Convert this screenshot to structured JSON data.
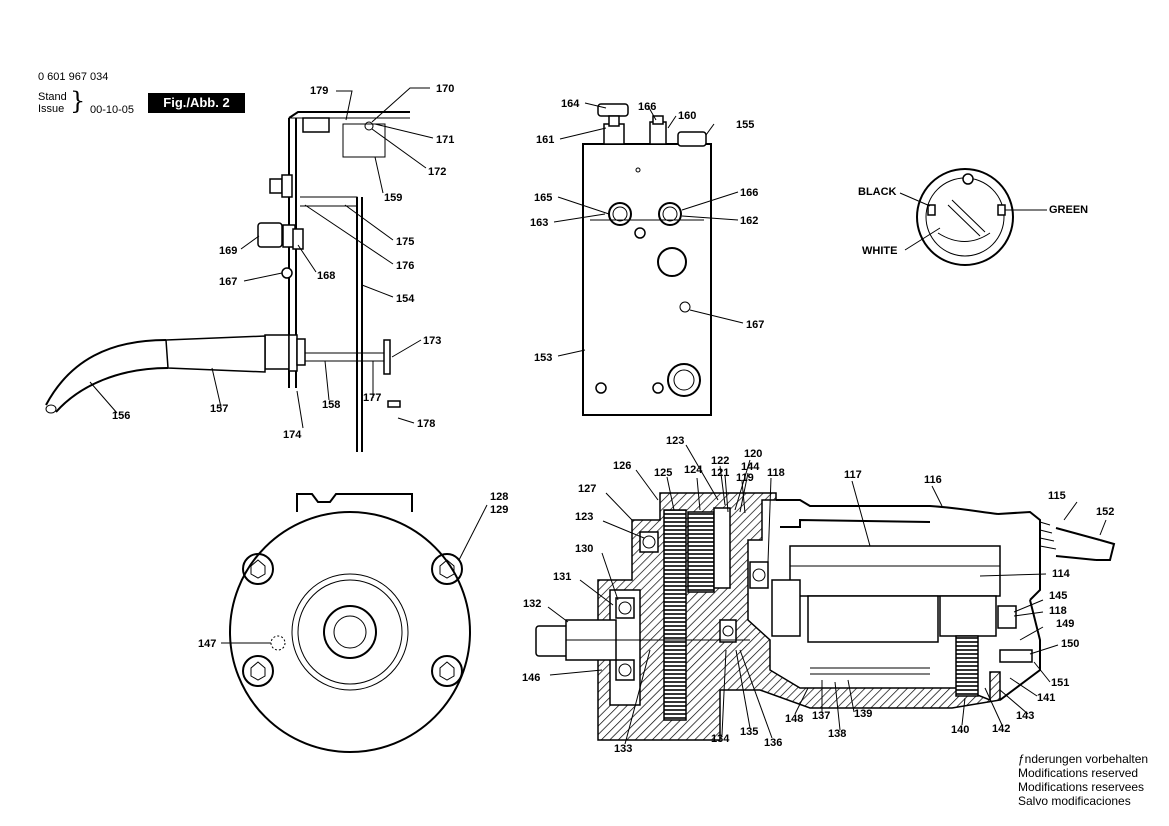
{
  "header": {
    "doc_number": "0 601 967 034",
    "stand": "Stand",
    "issue": "Issue",
    "brace": "}",
    "date": "00-10-05",
    "figure": "Fig./Abb. 2"
  },
  "notes": [
    "ƒnderungen vorbehalten",
    "Modifications reserved",
    "Modifications reservees",
    "Salvo modificaciones"
  ],
  "callouts": {
    "c179": "179",
    "c170": "170",
    "c171": "171",
    "c172": "172",
    "c159": "159",
    "c175": "175",
    "c176": "176",
    "c154": "154",
    "c169": "169",
    "c168": "168",
    "c167a": "167",
    "c173": "173",
    "c156": "156",
    "c157": "157",
    "c158": "158",
    "c177": "177",
    "c174": "174",
    "c178": "178",
    "c164": "164",
    "c166a": "166",
    "c160": "160",
    "c155": "155",
    "c161": "161",
    "c165": "165",
    "c163": "163",
    "c166b": "166",
    "c162": "162",
    "c167b": "167",
    "c153": "153",
    "black": "BLACK",
    "green": "GREEN",
    "white": "WHITE",
    "c128": "128",
    "c129": "129",
    "c147": "147",
    "c123a": "123",
    "c122": "122",
    "c120": "120",
    "c126": "126",
    "c125": "125",
    "c124": "124",
    "c121": "121",
    "c144": "144",
    "c119": "119",
    "c118a": "118",
    "c117": "117",
    "c116": "116",
    "c115": "115",
    "c152": "152",
    "c127": "127",
    "c123b": "123",
    "c130": "130",
    "c131": "131",
    "c132": "132",
    "c114": "114",
    "c145": "145",
    "c118b": "118",
    "c149": "149",
    "c150": "150",
    "c146": "146",
    "c151": "151",
    "c141": "141",
    "c143": "143",
    "c148": "148",
    "c137": "137",
    "c139": "139",
    "c138": "138",
    "c140": "140",
    "c142": "142",
    "c133": "133",
    "c134": "134",
    "c135": "135",
    "c136": "136"
  }
}
